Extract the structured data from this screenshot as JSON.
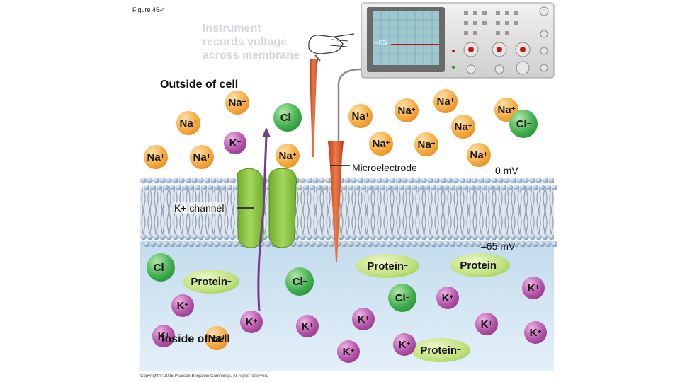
{
  "figure_label": "Figure 45-4",
  "instrument_caption": [
    "Instrument",
    "records voltage",
    "across membrane"
  ],
  "oscilloscope_readout": "–65",
  "outside_label": "Outside of cell",
  "inside_label": "Inside of cell",
  "microelectrode_label": "Microelectrode",
  "outside_voltage": "0 mV",
  "inside_voltage": "–65 mV",
  "k_channel_label": "K+ channel",
  "copyright": "Copyright © 2005 Pearson Benjamin Cummings. All rights reserved.",
  "colors": {
    "na": "#f5a83c",
    "k": "#b352a7",
    "cl": "#3fae4d",
    "protein": "#bfe07a",
    "inside": "#cfe4f2",
    "electrode": "#e2552a",
    "channel": "#8cc63f"
  },
  "ions": {
    "na_symbol": "Na",
    "k_symbol": "K",
    "cl_symbol": "Cl",
    "protein_label": "Protein",
    "plus": "+",
    "minus": "–"
  }
}
